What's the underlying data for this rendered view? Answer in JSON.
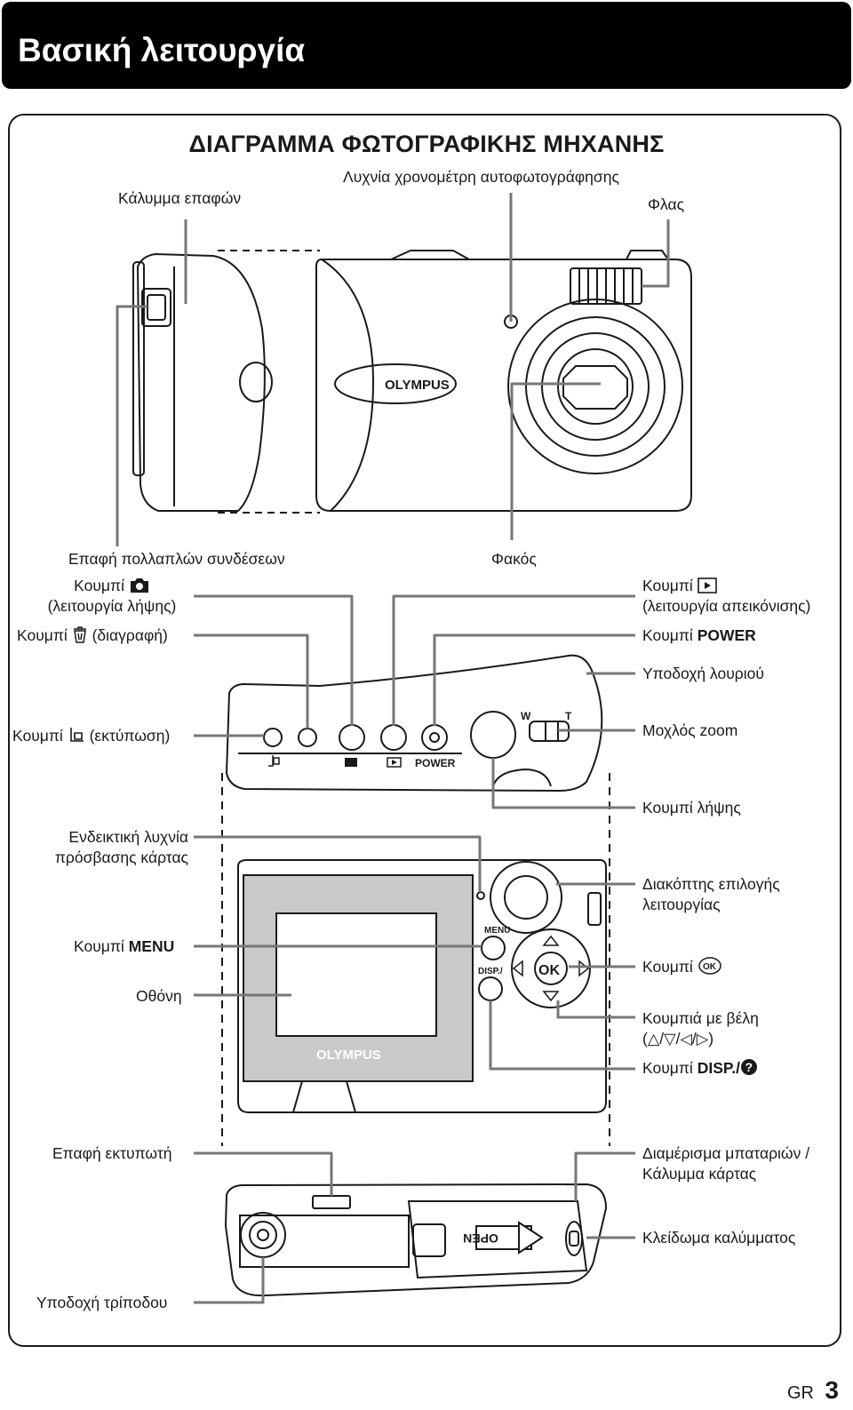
{
  "header": {
    "title": "Βασική λειτουργία"
  },
  "diagram_title": "ΔΙΑΓΡΑΜΜΑ ΦΩΤΟΓΡΑΦΙΚΗΣ ΜΗΧΑΝΗΣ",
  "front_view": {
    "timer_lamp": "Λυχνία χρονομέτρη αυτοφωτογράφησης",
    "connector_cover": "Κάλυμμα επαφών",
    "flash": "Φλας",
    "multi_connector": "Επαφή πολλαπλών συνδέσεων",
    "lens": "Φακός",
    "brand": "OLYMPUS"
  },
  "top_view": {
    "shooting_button": "Κουμπί",
    "shooting_button_sub": "(λειτουργία λήψης)",
    "erase_button": "Κουμπί",
    "erase_button_sub": "(διαγραφή)",
    "print_button": "Κουμπί",
    "print_button_sub": "(εκτύπωση)",
    "playback_button": "Κουμπί",
    "playback_button_sub": "(λειτουργία απεικόνισης)",
    "power_prefix": "Κουμπί",
    "power_word": "POWER",
    "strap_eyelet": "Υποδοχή λουριού",
    "zoom_lever": "Μοχλός zoom",
    "shutter_button": "Κουμπί λήψης",
    "engraved_power": "POWER",
    "engraved_w": "W",
    "engraved_t": "T"
  },
  "back_view": {
    "card_lamp_1": "Ενδεικτική λυχνία",
    "card_lamp_2": "πρόσβασης κάρτας",
    "menu_prefix": "Κουμπί",
    "menu_word": "MENU",
    "monitor": "Οθόνη",
    "mode_dial_1": "Διακόπτης επιλογής",
    "mode_dial_2": "λειτουργίας",
    "ok_button": "Κουμπί",
    "arrow_buttons_1": "Κουμπιά με βέλη",
    "arrow_buttons_2": "(△/▽/◁/▷)",
    "disp_prefix": "Κουμπί",
    "disp_word": "DISP./",
    "engraved_menu": "MENU",
    "engraved_disp": "DISP./",
    "engraved_ok": "OK",
    "brand": "OLYMPUS"
  },
  "bottom_view": {
    "printer_connector": "Επαφή εκτυπωτή",
    "battery_compartment_1": "Διαμέρισμα μπαταριών /",
    "battery_compartment_2": "Κάλυμμα κάρτας",
    "cover_lock": "Κλείδωμα καλύμματος",
    "tripod_socket": "Υποδοχή τρίποδου",
    "engraved_open": "OPEN"
  },
  "footer": {
    "lang": "GR",
    "page": "3"
  }
}
